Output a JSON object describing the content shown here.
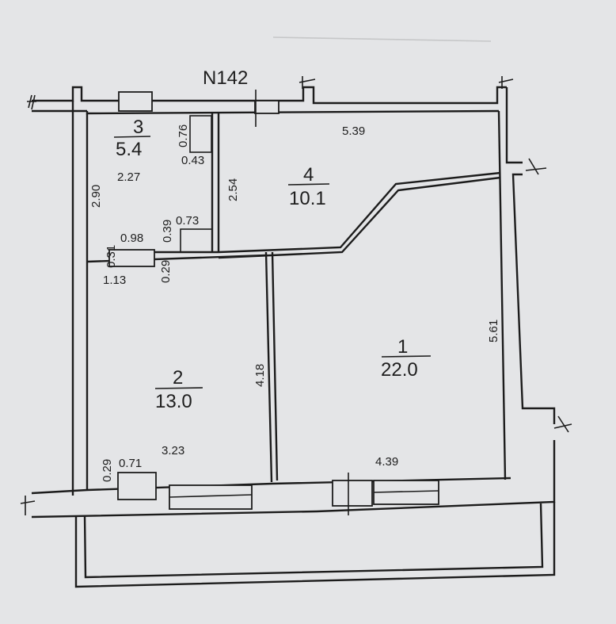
{
  "plan": {
    "title": "N142",
    "rooms": [
      {
        "number": "1",
        "area": "22.0"
      },
      {
        "number": "2",
        "area": "13.0"
      },
      {
        "number": "3",
        "area": "5.4"
      },
      {
        "number": "4",
        "area": "10.1"
      }
    ],
    "dimensions": {
      "top_right_width": "5.39",
      "right_height": "5.61",
      "bottom_right_width": "4.39",
      "middle_wall_height": "4.18",
      "bottom_left_width": "3.23",
      "room3_width": "2.27",
      "room3_height": "2.90",
      "room4_height": "2.54",
      "shaft_height": "0.76",
      "shaft_width": "0.43",
      "niche_width": "0.73",
      "niche_offset": "0.39",
      "vent_width": "0.98",
      "vent_side": "0.31",
      "vent_bottom": "0.29",
      "corridor_width": "1.13",
      "column_width": "0.71",
      "column_height": "0.29"
    }
  }
}
